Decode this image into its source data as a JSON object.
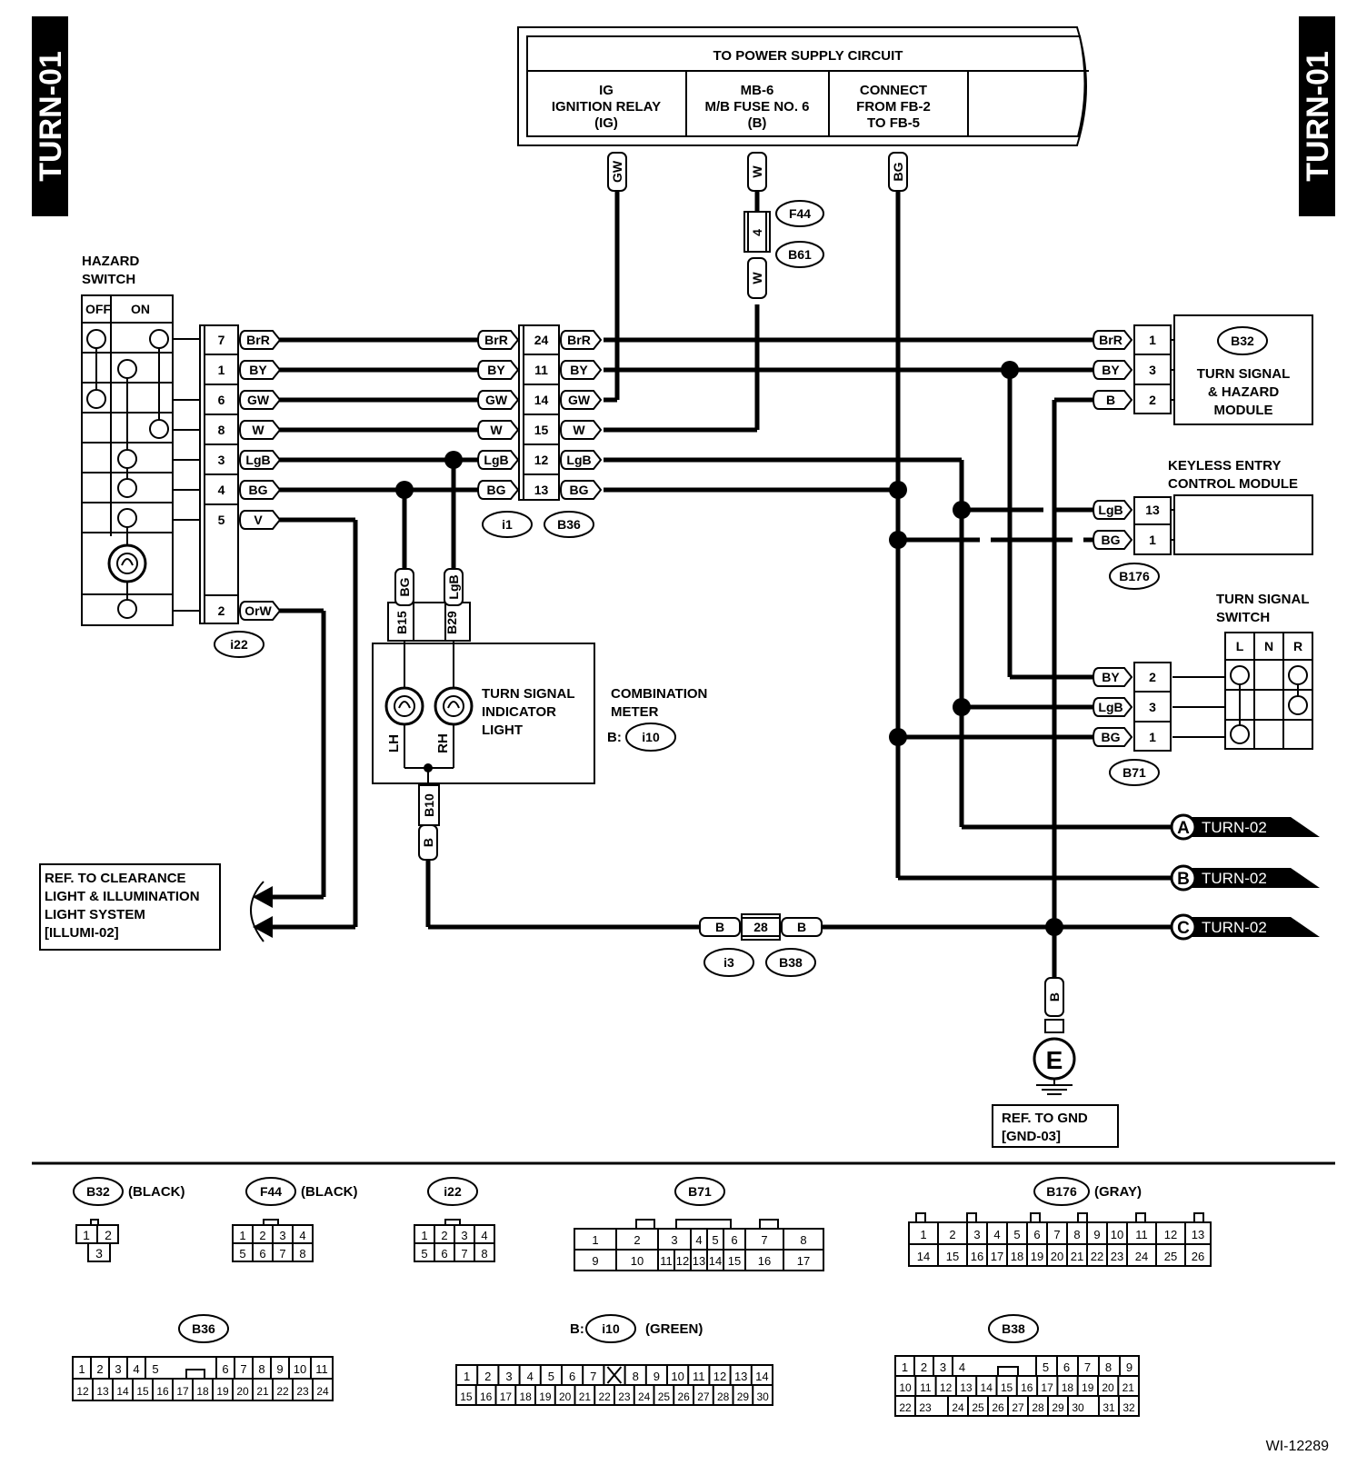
{
  "page_label": "TURN-01",
  "power_supply": {
    "title": "TO POWER SUPPLY CIRCUIT",
    "col1": [
      "IG",
      "IGNITION RELAY",
      "(IG)"
    ],
    "col2": [
      "MB-6",
      "M/B FUSE NO. 6",
      "(B)"
    ],
    "col3": [
      "CONNECT",
      "FROM FB-2",
      "TO FB-5"
    ]
  },
  "hazard_switch": {
    "title": [
      "HAZARD",
      "SWITCH"
    ],
    "off": "OFF",
    "on": "ON",
    "connector": "i22"
  },
  "hazard_pins": [
    {
      "pin": "7",
      "wire": "BrR"
    },
    {
      "pin": "1",
      "wire": "BY"
    },
    {
      "pin": "6",
      "wire": "GW"
    },
    {
      "pin": "8",
      "wire": "W"
    },
    {
      "pin": "3",
      "wire": "LgB"
    },
    {
      "pin": "4",
      "wire": "BG"
    },
    {
      "pin": "5",
      "wire": "V"
    },
    {
      "pin": "2",
      "wire": "OrW"
    }
  ],
  "b36_pins": [
    {
      "pin": "24",
      "wire": "BrR"
    },
    {
      "pin": "11",
      "wire": "BY"
    },
    {
      "pin": "14",
      "wire": "GW"
    },
    {
      "pin": "15",
      "wire": "W"
    },
    {
      "pin": "12",
      "wire": "LgB"
    },
    {
      "pin": "13",
      "wire": "BG"
    }
  ],
  "conn_i1": "i1",
  "conn_b36": "B36",
  "supply_wires": {
    "gw": "GW",
    "w": "W",
    "bg": "BG",
    "w2": "W"
  },
  "fuse": {
    "pin": "4",
    "top": "F44",
    "bottom": "B61"
  },
  "b32_module": {
    "id": "B32",
    "title": [
      "TURN SIGNAL",
      "& HAZARD",
      "MODULE"
    ],
    "pins": [
      {
        "pin": "1",
        "wire": "BrR"
      },
      {
        "pin": "3",
        "wire": "BY"
      },
      {
        "pin": "2",
        "wire": "B"
      }
    ]
  },
  "keyless": {
    "title": [
      "KEYLESS ENTRY",
      "CONTROL MODULE"
    ],
    "id": "B176",
    "pins": [
      {
        "pin": "13",
        "wire": "LgB"
      },
      {
        "pin": "1",
        "wire": "BG"
      }
    ]
  },
  "turn_switch": {
    "title": [
      "TURN SIGNAL",
      "SWITCH"
    ],
    "id": "B71",
    "cols": [
      "L",
      "N",
      "R"
    ],
    "pins": [
      {
        "pin": "2",
        "wire": "BY"
      },
      {
        "pin": "3",
        "wire": "LgB"
      },
      {
        "pin": "1",
        "wire": "BG"
      }
    ]
  },
  "meter": {
    "indicator": [
      "TURN SIGNAL",
      "INDICATOR",
      "LIGHT"
    ],
    "lh": "LH",
    "rh": "RH",
    "label": [
      "COMBINATION",
      "METER"
    ],
    "prefix": "B:",
    "id": "i10",
    "wires": {
      "bg": "BG",
      "lgb": "LgB",
      "b": "B"
    },
    "pins": {
      "b15": "B15",
      "b29": "B29",
      "b10": "B10"
    }
  },
  "ground_conn": {
    "left_wire": "B",
    "pin": "28",
    "right_wire": "B",
    "id_left": "i3",
    "id_right": "B38"
  },
  "turn02": [
    {
      "letter": "A",
      "text": "TURN-02"
    },
    {
      "letter": "B",
      "text": "TURN-02"
    },
    {
      "letter": "C",
      "text": "TURN-02"
    }
  ],
  "ground": {
    "wire": "B",
    "letter": "E",
    "ref": [
      "REF. TO GND",
      "[GND-03]"
    ]
  },
  "ref_clearance": [
    "REF. TO CLEARANCE",
    "LIGHT & ILLUMINATION",
    "LIGHT SYSTEM",
    "[ILLUMI-02]"
  ],
  "legend": {
    "b32": {
      "id": "B32",
      "color": "(BLACK)"
    },
    "f44": {
      "id": "F44",
      "color": "(BLACK)"
    },
    "i22": {
      "id": "i22"
    },
    "b71": {
      "id": "B71"
    },
    "b176": {
      "id": "B176",
      "color": "(GRAY)"
    },
    "b36": {
      "id": "B36"
    },
    "i10": {
      "prefix": "B:",
      "id": "i10",
      "color": "(GREEN)"
    },
    "b38": {
      "id": "B38"
    }
  },
  "figure_id": "WI-12289"
}
